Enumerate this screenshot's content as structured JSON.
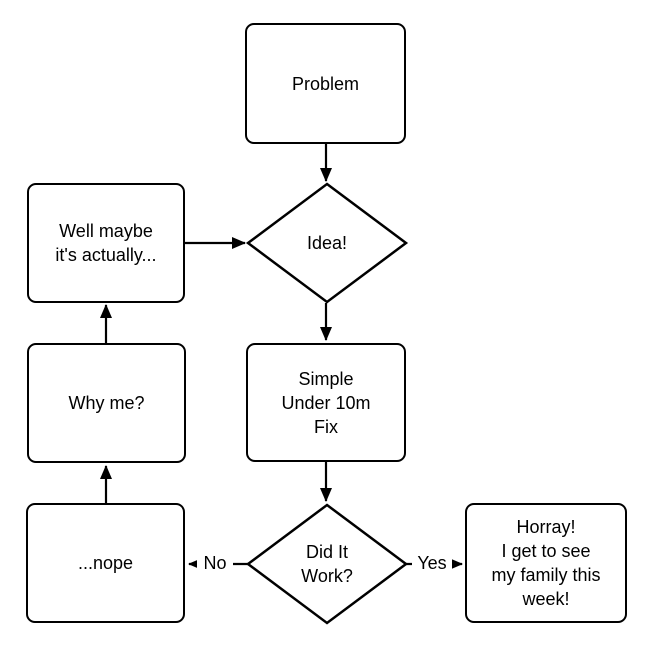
{
  "diagram": {
    "type": "flowchart",
    "colors": {
      "stroke": "#000000",
      "fill": "#ffffff",
      "text": "#000000",
      "background": "#ffffff"
    },
    "nodes": {
      "problem": {
        "label": "Problem",
        "shape": "rounded-rect"
      },
      "idea": {
        "label": "Idea!",
        "shape": "diamond"
      },
      "well_maybe": {
        "label": "Well maybe\nit's actually...",
        "shape": "rounded-rect"
      },
      "why_me": {
        "label": "Why me?",
        "shape": "rounded-rect"
      },
      "simple_fix": {
        "label": "Simple\nUnder 10m\nFix",
        "shape": "rounded-rect"
      },
      "did_it_work": {
        "label": "Did It\nWork?",
        "shape": "diamond"
      },
      "nope": {
        "label": "...nope",
        "shape": "rounded-rect"
      },
      "horray": {
        "label": "Horray!\nI get to see\nmy family this\nweek!",
        "shape": "rounded-rect"
      }
    },
    "edges": [
      {
        "from": "problem",
        "to": "idea",
        "label": ""
      },
      {
        "from": "well_maybe",
        "to": "idea",
        "label": ""
      },
      {
        "from": "idea",
        "to": "simple_fix",
        "label": ""
      },
      {
        "from": "simple_fix",
        "to": "did_it_work",
        "label": ""
      },
      {
        "from": "did_it_work",
        "to": "nope",
        "label": "No"
      },
      {
        "from": "did_it_work",
        "to": "horray",
        "label": "Yes"
      },
      {
        "from": "nope",
        "to": "why_me",
        "label": ""
      },
      {
        "from": "why_me",
        "to": "well_maybe",
        "label": ""
      }
    ]
  }
}
